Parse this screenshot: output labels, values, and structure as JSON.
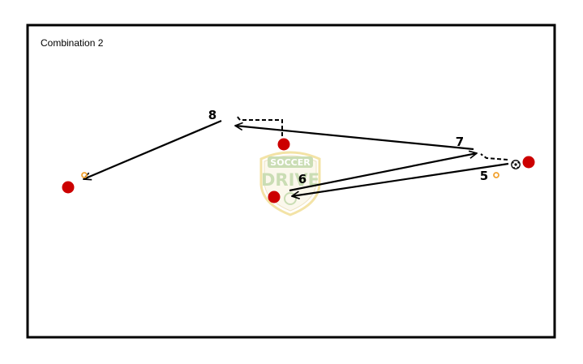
{
  "diagram": {
    "title": "Combination 2",
    "step_labels": {
      "five": "5",
      "six": "6",
      "seven": "7",
      "eight": "8"
    },
    "watermark": {
      "line1": "SOCCER",
      "line2": "DRIVE"
    },
    "colors": {
      "player": "#cc0000",
      "cone": "#f2a230",
      "border": "#000000",
      "watermark_green": "#8cb45a",
      "watermark_gold": "#e6c23c"
    },
    "players": [
      "player",
      "player",
      "player",
      "player"
    ],
    "cones": [
      "cone",
      "cone"
    ],
    "moves": [
      {
        "type": "pass",
        "label": "5"
      },
      {
        "type": "pass",
        "label": "6"
      },
      {
        "type": "pass",
        "label": "7"
      },
      {
        "type": "pass",
        "label": "8"
      },
      {
        "type": "run"
      },
      {
        "type": "run"
      }
    ]
  }
}
